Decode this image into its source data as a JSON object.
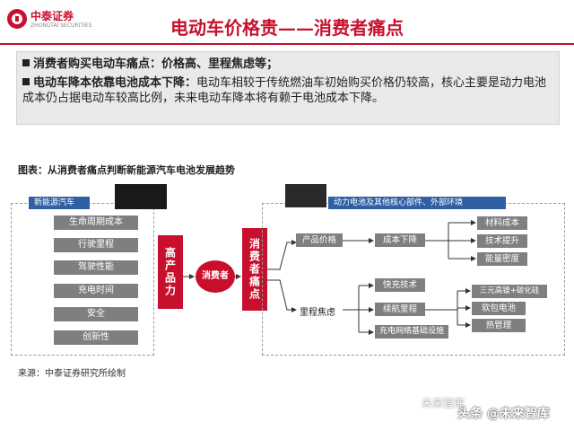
{
  "header": {
    "logo_name": "中泰证券",
    "logo_en": "ZHONGTAI SECURITIES",
    "title": "电动车价格贵——消费者痛点"
  },
  "bullets": [
    {
      "bold": "消费者购买电动车痛点：价格高、里程焦虑等；",
      "text": ""
    },
    {
      "bold": "电动车降本依靠电池成本下降：",
      "text": "电动车相较于传统燃油车初始购买价格仍较高，核心主要是动力电池成本仍占据电动车较高比例，未来电动车降本将有赖于电池成本下降。"
    }
  ],
  "figure": {
    "caption": "图表：从消费者痛点判断新能源汽车电池发展趋势",
    "nev_tag": "新能源汽车",
    "core_tag": "动力电池及其他核心部件、外部环境",
    "nev_items": [
      "生命周期成本",
      "行驶里程",
      "驾驶性能",
      "充电时间",
      "安全",
      "创新性"
    ],
    "high_quality": "高产品力",
    "consumer": "消费者",
    "pain_points": "消费者痛点",
    "branch_price": "产品价格",
    "branch_range": "里程焦虑",
    "cost_down": "成本下降",
    "price_items": [
      "材料成本",
      "技术提升",
      "能量密度"
    ],
    "range_items": [
      "快充技术",
      "续航里程",
      "充电网络基础设施"
    ],
    "tech_items": [
      "三元高镍+碳化硅",
      "软包电池",
      "热管理"
    ]
  },
  "footer": {
    "source": "来源：中泰证券研究所绘制",
    "watermark_small": "未来智库",
    "watermark_big": "头条 @未来智库"
  },
  "colors": {
    "accent_red": "#c8102e",
    "tag_blue": "#2f5fa5",
    "box_gray": "#7f7f7f"
  }
}
